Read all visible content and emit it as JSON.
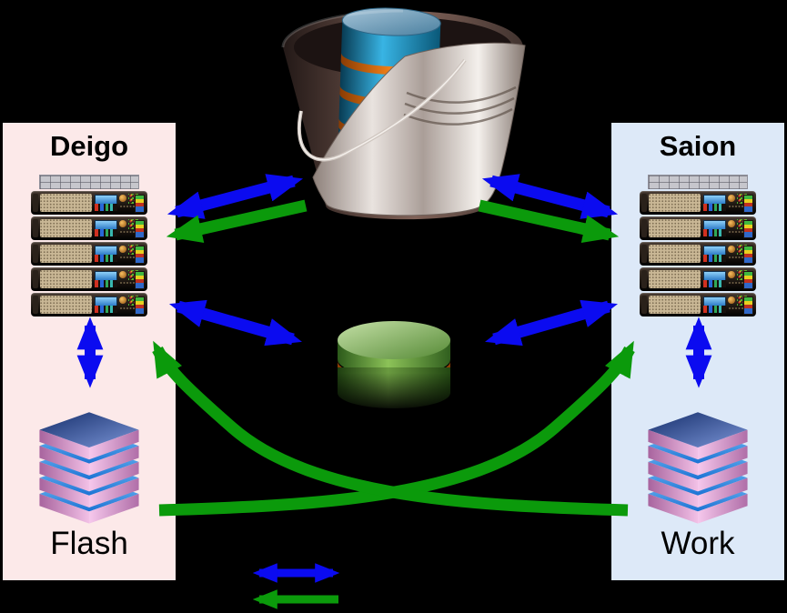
{
  "background_color": "#000000",
  "colors": {
    "blue_arrow": "#0b0bf0",
    "green_arrow": "#0b9a0b",
    "deigo_panel": "#fce9e9",
    "saion_panel": "#dde9f8"
  },
  "clusters": [
    {
      "title": "Deigo",
      "panel_color": "#fce9e9",
      "storage_label": "Flash",
      "server_units": 5,
      "storage_layers": 5
    },
    {
      "title": "Saion",
      "panel_color": "#dde9f8",
      "storage_label": "Work",
      "server_units": 5,
      "storage_layers": 5
    }
  ],
  "icons": {
    "bucket_database": "bucket-with-striped-database-stack-icon",
    "center_database": "green-database-cylinder-icon",
    "server_rack": "five-unit-server-rack-icon",
    "storage_stack": "five-layer-storage-stack-icon"
  },
  "connections": [
    "deigo-bucket-blue-double-arrow",
    "bucket-deigo-green-arrow",
    "saion-bucket-blue-double-arrow",
    "bucket-saion-green-arrow",
    "deigo-centerdb-blue-double-arrow",
    "saion-centerdb-blue-double-arrow",
    "deigo-flash-blue-double-arrow",
    "saion-work-blue-double-arrow",
    "flash-to-saion-green-curve",
    "work-to-deigo-green-curve"
  ],
  "legend": {
    "blue": "double-headed-blue-arrow",
    "green": "left-pointing-green-arrow"
  }
}
